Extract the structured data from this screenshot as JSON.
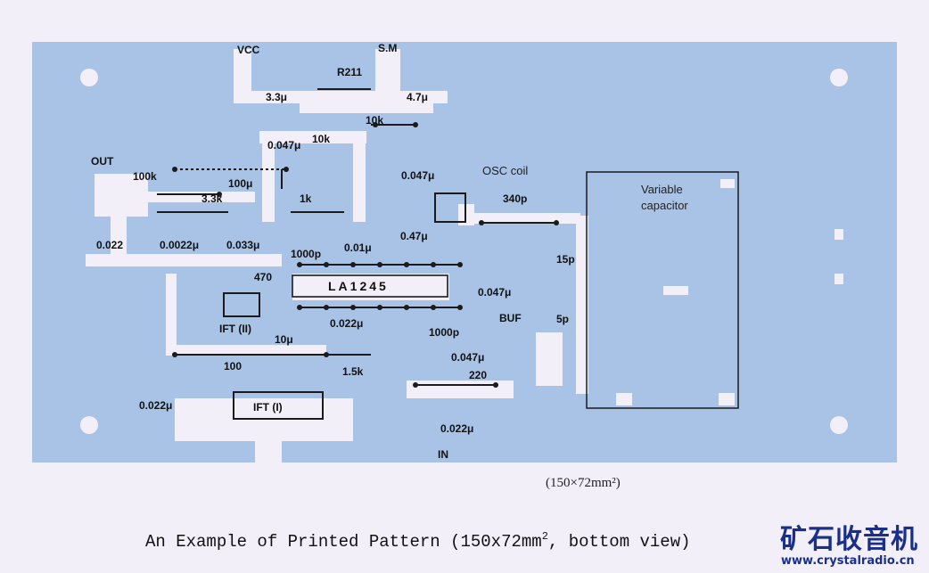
{
  "terminals": {
    "vcc": "VCC",
    "sm": "S.M",
    "out": "OUT",
    "in": "IN",
    "buf": "BUF"
  },
  "components": {
    "r211": "R211",
    "c33u": "3.3μ",
    "c47u": "4.7μ",
    "r10k_a": "10k",
    "c0047u_a": "0.047μ",
    "r10k_b": "10k",
    "r100k": "100k",
    "c100u": "100μ",
    "c0047u_b": "0.047μ",
    "r33k": "3.3k",
    "r1k": "1k",
    "c0022_a": "0.022",
    "c00022u": "0.0022μ",
    "c0033u": "0.033μ",
    "c1000p_a": "1000p",
    "c001u": "0.01μ",
    "c047u": "0.47μ",
    "c340p": "340p",
    "c15p": "15p",
    "r470": "470",
    "ic": "LA1245",
    "c0047u_c": "0.047μ",
    "ift2": "IFT (II)",
    "c10u": "10μ",
    "c0022u_b": "0.022μ",
    "c5p": "5p",
    "c1000p_b": "1000p",
    "c0047u_d": "0.047μ",
    "r100": "100",
    "r15k": "1.5k",
    "r220": "220",
    "c0022u_c": "0.022μ",
    "ift1": "IFT (I)",
    "c0022u_d": "0.022μ"
  },
  "osc_coil": "OSC coil",
  "variable_capacitor": "Variable capacitor",
  "size_note": "(150×72mm²)",
  "caption": {
    "prefix": "An Example of Printed Pattern (150x72mm",
    "sup": "2",
    "suffix": ", bottom view)"
  },
  "watermark": {
    "title": "矿石收音机",
    "url": "www.crystalradio.cn"
  },
  "colors": {
    "board": "#a9c3e6",
    "copper": "#f3eff8",
    "ink": "#111111",
    "watermark": "#1a2f8a"
  }
}
